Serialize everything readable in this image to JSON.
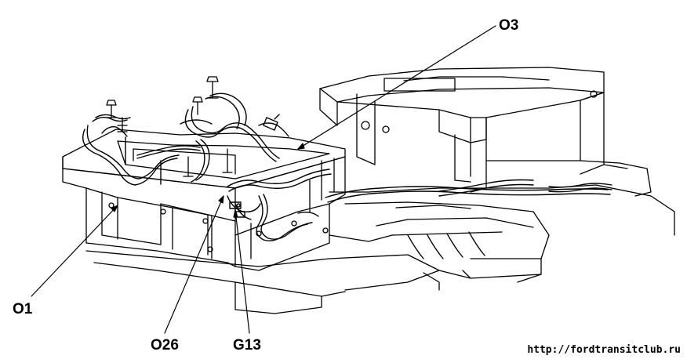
{
  "callouts": {
    "o3": "O3",
    "o1": "O1",
    "o26": "O26",
    "g13": "G13"
  },
  "watermark": "http://fordtransitclub.ru",
  "colors": {
    "ink": "#000000",
    "paper": "#ffffff"
  }
}
